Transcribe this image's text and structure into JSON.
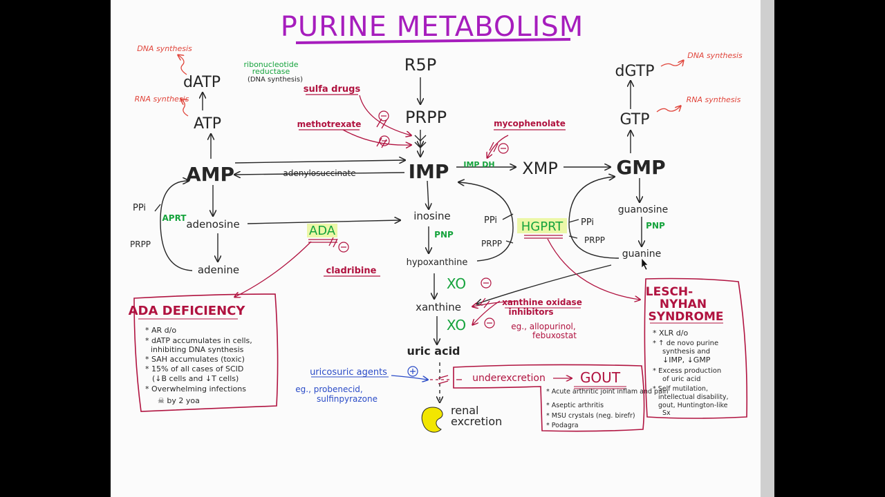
{
  "title": "PURINE METABOLISM",
  "colors": {
    "black": "#262626",
    "red": "#e0443a",
    "maroon": "#b0123f",
    "green": "#15a33c",
    "blue": "#2a4bc7",
    "purple": "#a61dbd",
    "yellow": "#f2e600",
    "highlight": "#ecf7a8"
  },
  "nodes": {
    "r5p": "R5P",
    "prpp": "PRPP",
    "imp": "IMP",
    "xmp": "XMP",
    "gmp": "GMP",
    "gtp": "GTP",
    "dgtp": "dGTP",
    "amp": "AMP",
    "atp": "ATP",
    "datp": "dATP",
    "adenylosuccinate": "adenylosuccinate",
    "adenosine": "adenosine",
    "adenine": "adenine",
    "inosine": "inosine",
    "hypoxanthine": "hypoxanthine",
    "xanthine": "xanthine",
    "uric_acid": "uric acid",
    "guanosine": "guanosine",
    "guanine": "guanine",
    "renal_excretion_1": "renal",
    "renal_excretion_2": "excretion"
  },
  "side_labels": {
    "dna_synthesis_left": "DNA synthesis",
    "rna_synthesis_left": "RNA synthesis",
    "dna_synthesis_right": "DNA synthesis",
    "rna_synthesis_right": "RNA synthesis",
    "rnr_1": "ribonucleotide",
    "rnr_2": "reductase",
    "rnr_3": "(DNA synthesis)",
    "ppi_left": "PPi",
    "prpp_left": "PRPP",
    "ppi_mid": "PPi",
    "prpp_mid": "PRPP",
    "ppi_right": "PPi",
    "prpp_right": "PRPP"
  },
  "enzymes": {
    "aprt": "APRT",
    "pnp_1": "PNP",
    "pnp_2": "PNP",
    "impdh": "IMP DH",
    "ada": "ADA",
    "hgprt": "HGPRT",
    "xo_1": "XO",
    "xo_2": "XO"
  },
  "drugs": {
    "sulfa": "sulfa drugs",
    "methotrexate": "methotrexate",
    "mycophenolate": "mycophenolate",
    "cladribine": "cladribine",
    "xoi_1": "xanthine oxidase",
    "xoi_2": "inhibitors",
    "xoi_3": "eg., allopurinol,",
    "xoi_4": "febuxostat",
    "uricosuric": "uricosuric agents",
    "uricosuric_eg_1": "eg., probenecid,",
    "uricosuric_eg_2": "sulfinpyrazone"
  },
  "symbols": {
    "inhibit": "⊖",
    "stimulate": "⊕",
    "block": "≠"
  },
  "gout": {
    "underexcretion": "underexcretion",
    "title": "GOUT",
    "items": [
      "* Acute arthritic joint inflam and pain",
      "* Aseptic arthritis",
      "* MSU crystals (neg. birefr)",
      "* Podagra"
    ]
  },
  "ada_deficiency": {
    "title": "ADA DEFICIENCY",
    "lines": [
      "* AR d/o",
      "* dATP accumulates in cells,",
      "inhibiting DNA synthesis",
      "* SAH accumulates (toxic)",
      "* 15% of all cases of SCID",
      "(↓B cells and ↓T cells)",
      "* Overwhelming infections",
      "☠ by 2 yoa"
    ]
  },
  "lesch_nyhan": {
    "title_1": "LESCH-",
    "title_2": "NYHAN",
    "title_3": "SYNDROME",
    "lines": [
      "* XLR d/o",
      "* ↑ de novo purine",
      "synthesis and",
      "↓IMP, ↓GMP",
      "* Excess production",
      "of uric acid",
      "* Self mutilation,",
      "intellectual disability,",
      "gout, Huntington-like",
      "Sx"
    ]
  }
}
